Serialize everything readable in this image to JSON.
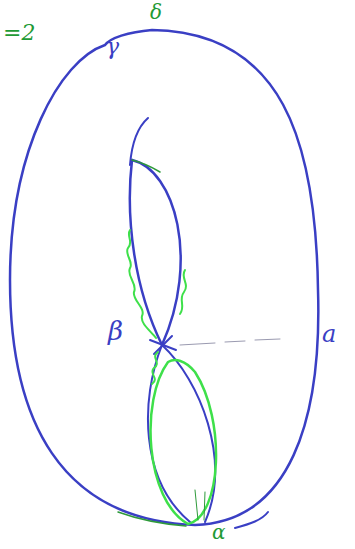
{
  "diagram": {
    "labels": [
      "=2",
      "δ",
      "γ",
      "β",
      "a",
      "α"
    ]
  }
}
